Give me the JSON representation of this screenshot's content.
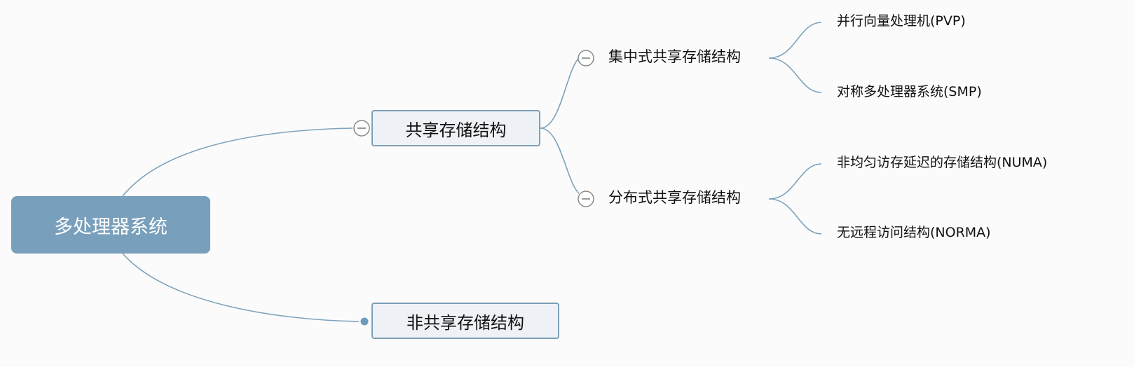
{
  "mindmap": {
    "root": {
      "label": "多处理器系统"
    },
    "topics": {
      "shared": {
        "label": "共享存储结构",
        "collapse_icon": "minus-circle-icon",
        "children": {
          "centralized": {
            "label": "集中式共享存储结构",
            "collapse_icon": "minus-circle-icon",
            "children": [
              "并行向量处理机(PVP)",
              "对称多处理器系统(SMP)"
            ]
          },
          "distributed": {
            "label": "分布式共享存储结构",
            "collapse_icon": "minus-circle-icon",
            "children": [
              "非均匀访存延迟的存储结构(NUMA)",
              "无远程访问结构(NORMA)"
            ]
          }
        }
      },
      "nonshared": {
        "label": "非共享存储结构",
        "connector_icon": "dot-icon"
      }
    },
    "colors": {
      "root_fill": "#789fbb",
      "connector": "#7ea3bc",
      "topic_border": "#7e9fb6",
      "topic_fill": "#eef2f6",
      "collapse_icon_stroke": "#8a8a8a",
      "background": "#fbfbfb"
    }
  }
}
